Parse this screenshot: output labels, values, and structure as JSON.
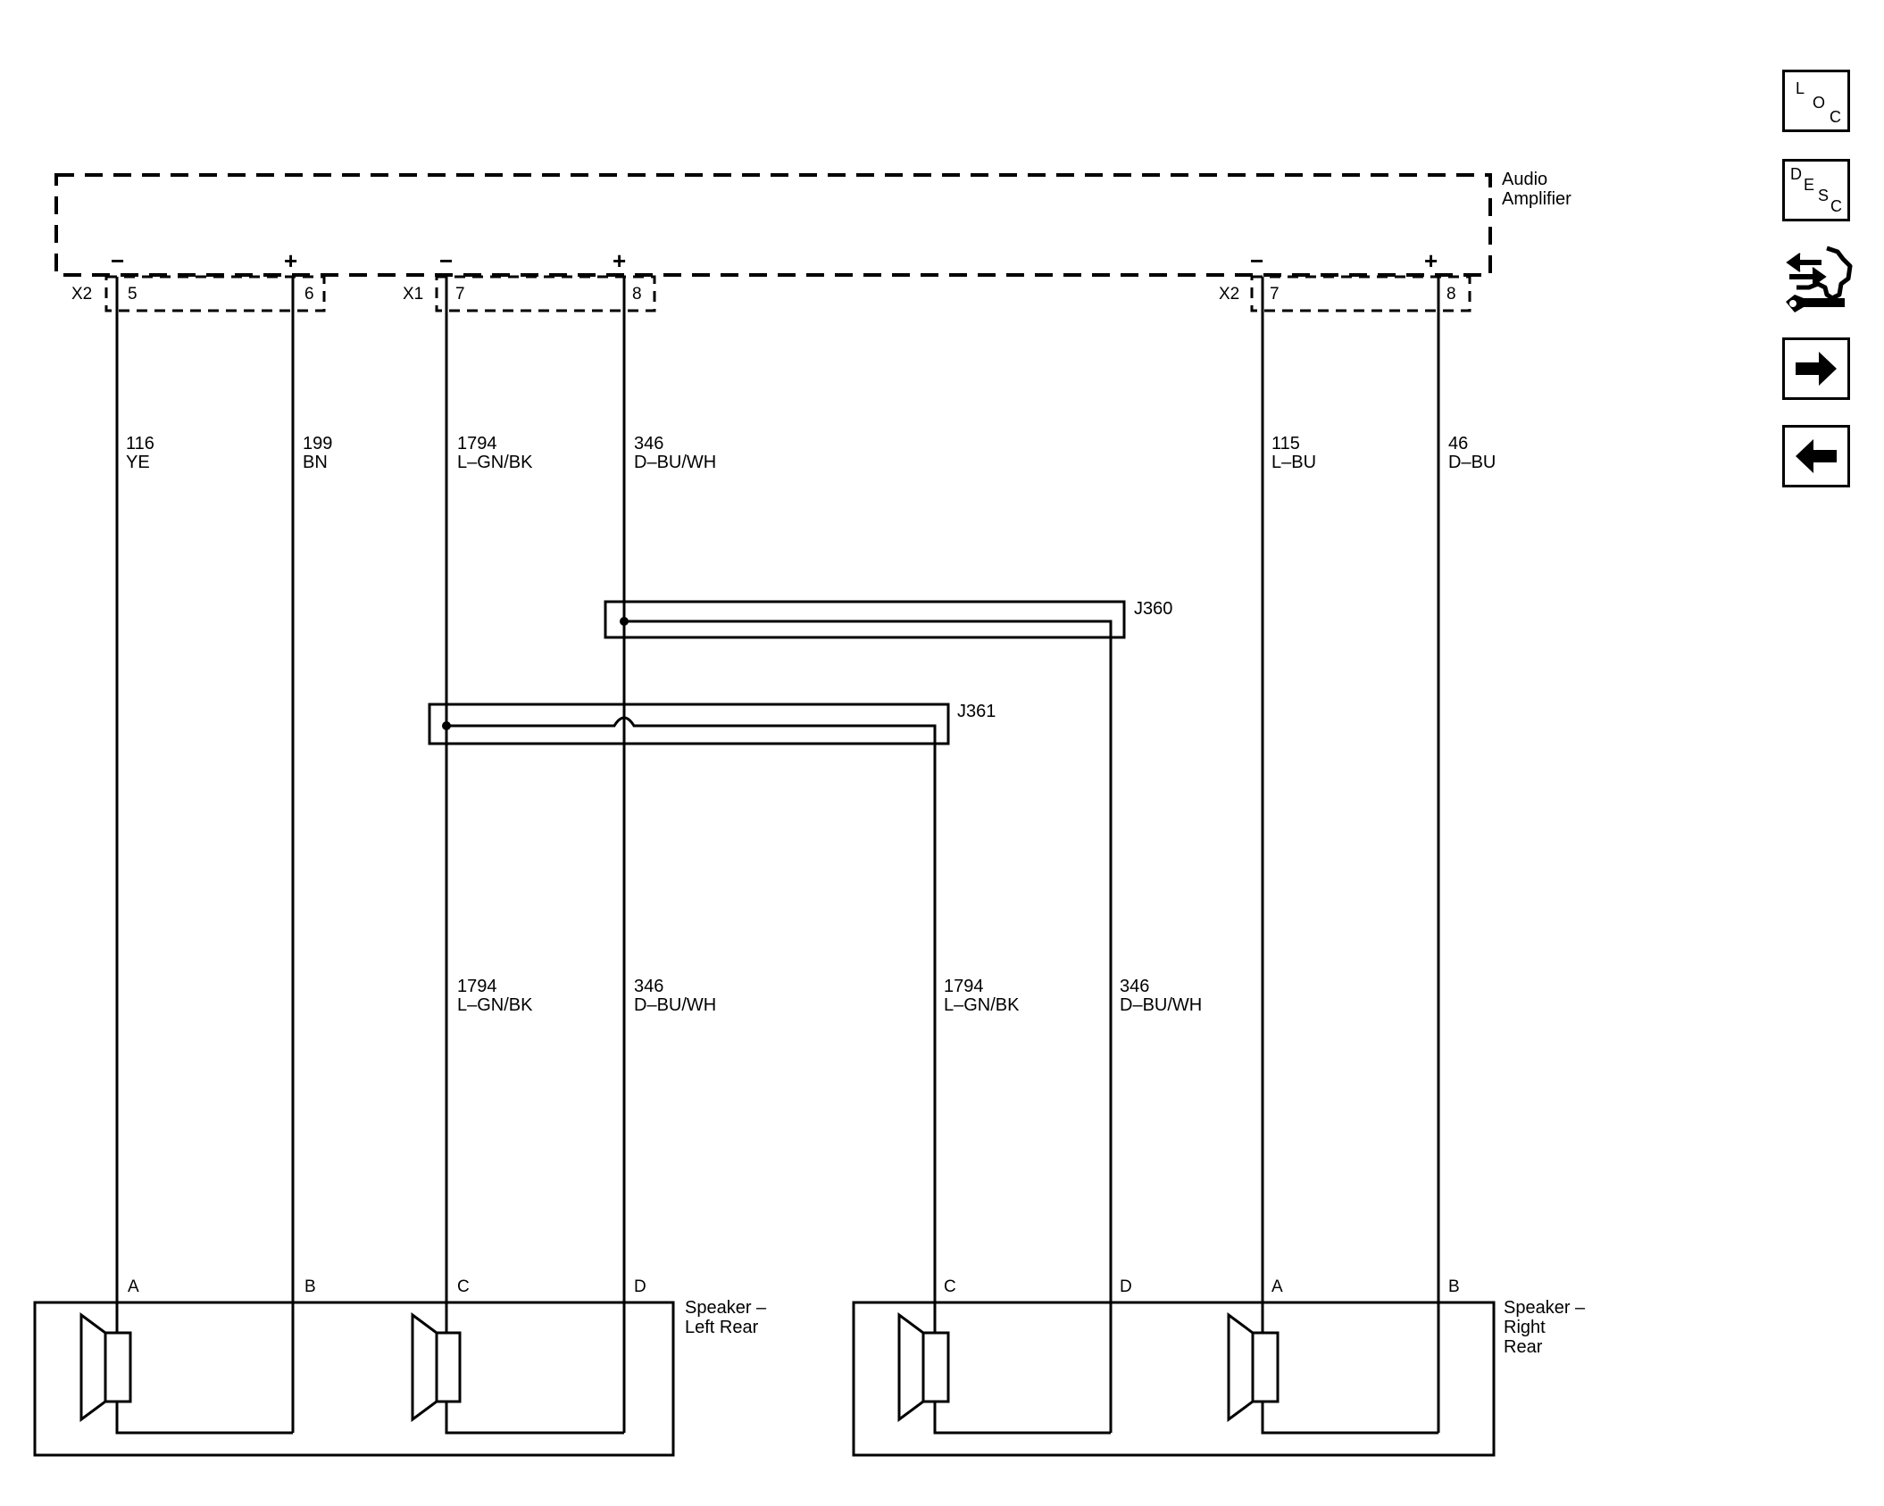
{
  "module": {
    "name_line1": "Audio",
    "name_line2": "Amplifier"
  },
  "connectors": [
    {
      "id": "X2",
      "pins": [
        "5",
        "6"
      ]
    },
    {
      "id": "X1",
      "pins": [
        "7",
        "8"
      ]
    },
    {
      "id": "X2",
      "pins": [
        "7",
        "8"
      ]
    }
  ],
  "polarity": {
    "minus": "−",
    "plus": "+"
  },
  "wires_upper": [
    {
      "circuit": "116",
      "color": "YE"
    },
    {
      "circuit": "199",
      "color": "BN"
    },
    {
      "circuit": "1794",
      "color": "L–GN/BK"
    },
    {
      "circuit": "346",
      "color": "D–BU/WH"
    },
    {
      "circuit": "115",
      "color": "L–BU"
    },
    {
      "circuit": "46",
      "color": "D–BU"
    }
  ],
  "wires_lower": [
    {
      "circuit": "1794",
      "color": "L–GN/BK"
    },
    {
      "circuit": "346",
      "color": "D–BU/WH"
    },
    {
      "circuit": "1794",
      "color": "L–GN/BK"
    },
    {
      "circuit": "346",
      "color": "D–BU/WH"
    }
  ],
  "splices": [
    "J360",
    "J361"
  ],
  "speakers": [
    {
      "line1": "Speaker –",
      "line2": "Left Rear",
      "line3": "",
      "pins": [
        "A",
        "B",
        "C",
        "D"
      ]
    },
    {
      "line1": "Speaker –",
      "line2": "Right",
      "line3": "Rear",
      "pins": [
        "C",
        "D",
        "A",
        "B"
      ]
    }
  ],
  "nav": {
    "loc": [
      "L",
      "O",
      "C"
    ],
    "desc": [
      "D",
      "E",
      "S",
      "C"
    ],
    "connector_icon": "connector-end-view-icon",
    "next_icon": "arrow-right-icon",
    "prev_icon": "arrow-left-icon"
  }
}
